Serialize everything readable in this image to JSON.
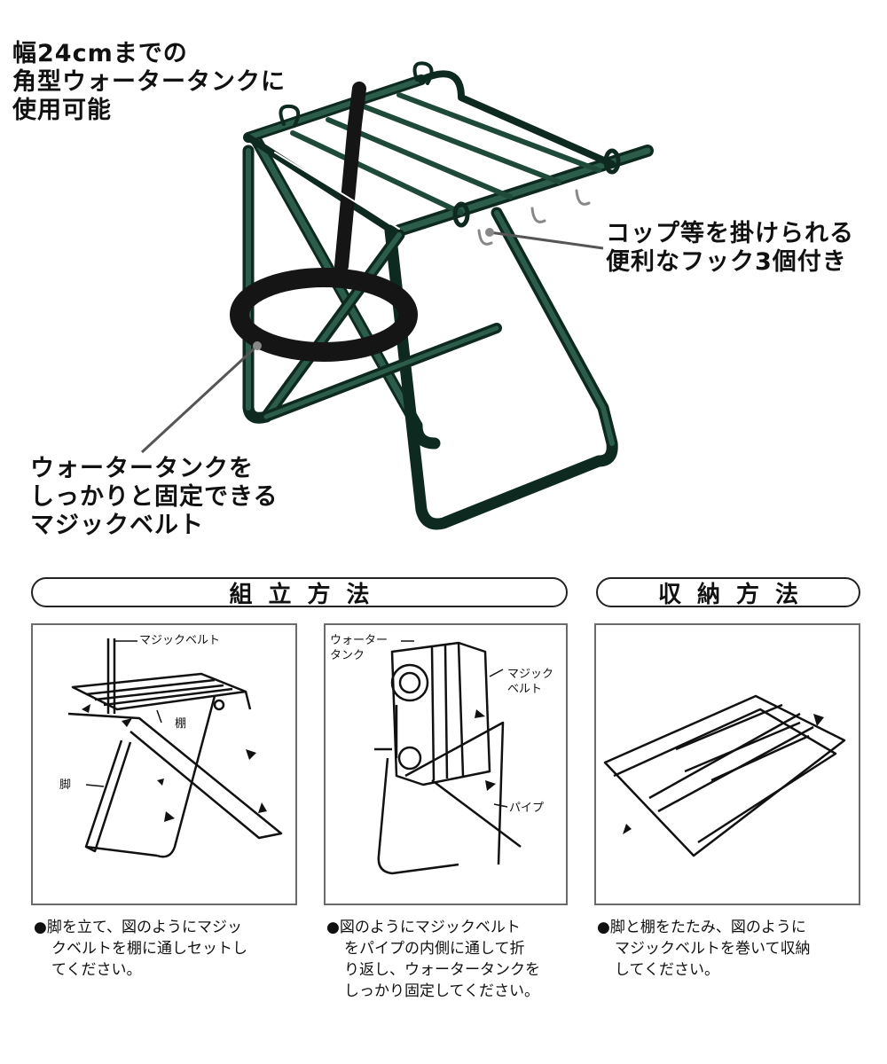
{
  "callouts": {
    "tank_width": [
      "幅24cmまでの",
      "角型ウォータータンクに",
      "使用可能"
    ],
    "hooks": [
      "コップ等を掛けられる",
      "便利なフック3個付き"
    ],
    "belt": [
      "ウォータータンクを",
      "しっかりと固定できる",
      "マジックベルト"
    ]
  },
  "sections": {
    "assembly": "組立方法",
    "storage": "収納方法"
  },
  "panels": [
    {
      "labels": {
        "belt": "マジックベルト",
        "shelf": "棚",
        "leg": "脚"
      },
      "caption": [
        "●脚を立て、図のようにマジッ",
        "クベルトを棚に通しセットし",
        "てください。"
      ]
    },
    {
      "labels": {
        "tank_1": "ウォーター",
        "tank_2": "タンク",
        "belt_1": "マジック",
        "belt_2": "ベルト",
        "pipe": "パイプ"
      },
      "caption": [
        "●図のようにマジックベルト",
        "をパイプの内側に通して折",
        "り返し、ウォータータンクを",
        "しっかり固定してください。"
      ]
    },
    {
      "caption": [
        "●脚と棚をたたみ、図のように",
        "マジックベルトを巻いて収納",
        "してください。"
      ]
    }
  ],
  "colors": {
    "frame": "#1f4a3a",
    "frame_dark": "#0e2a20",
    "belt": "#151515",
    "line": "#555555"
  }
}
